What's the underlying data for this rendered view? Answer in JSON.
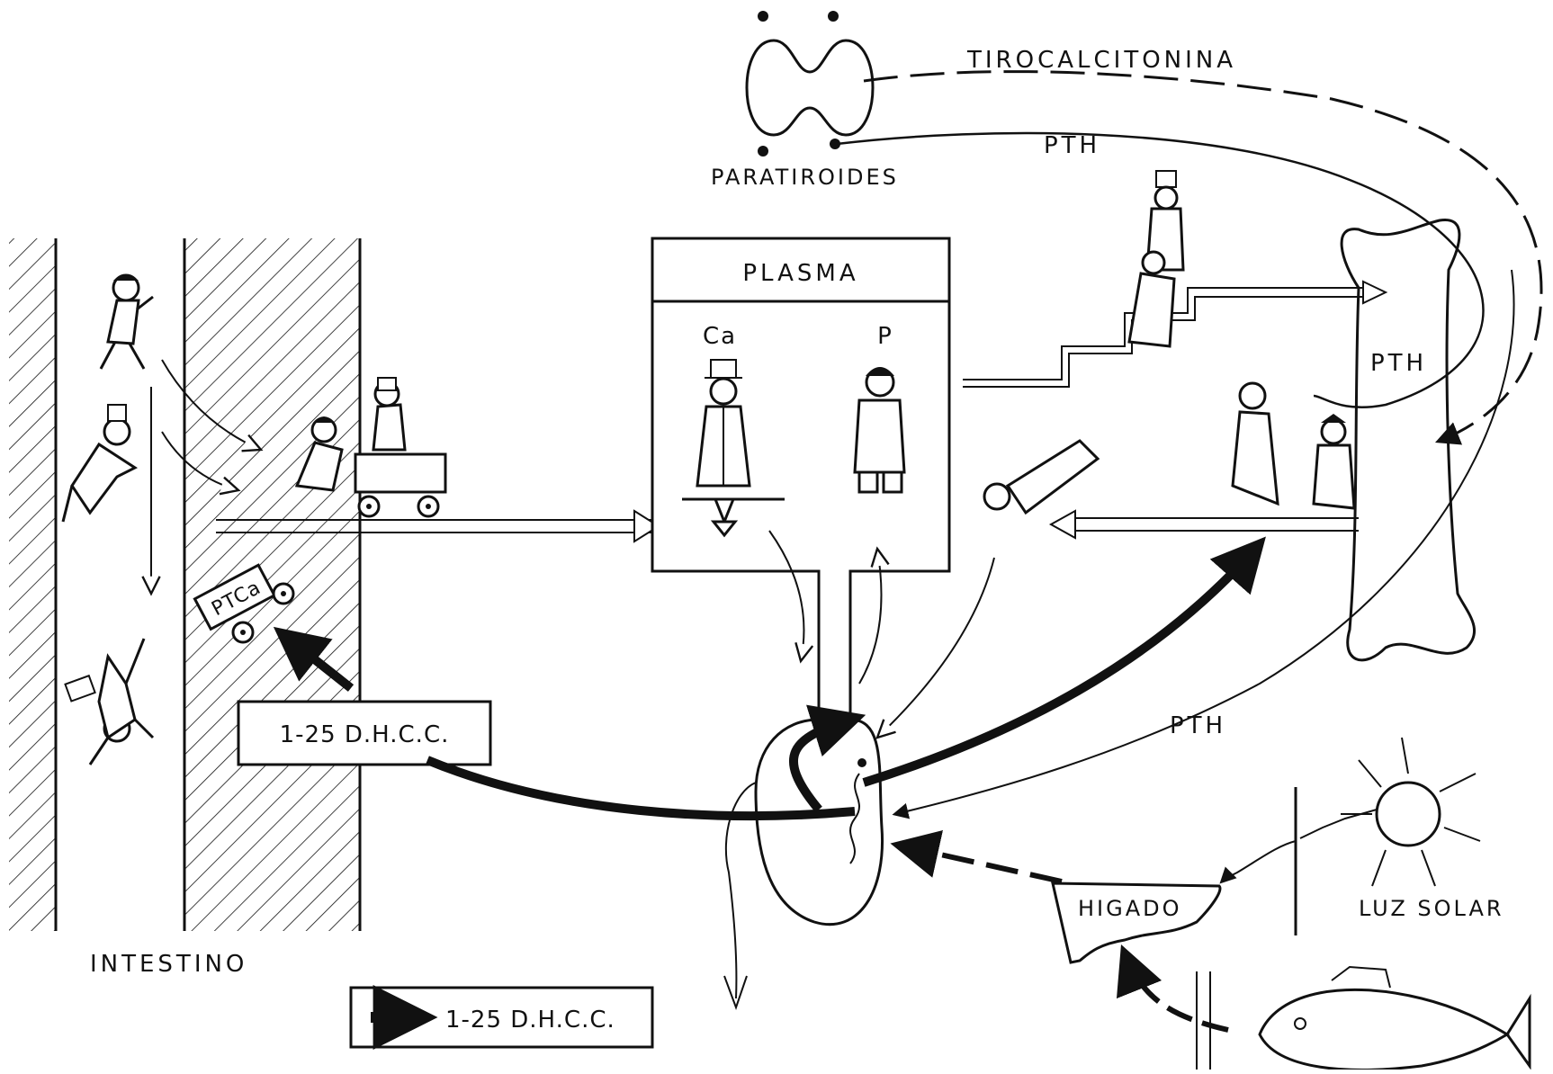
{
  "labels": {
    "tirocalcitonina": "TIROCALCITONINA",
    "paratiroides": "PARATIROIDES",
    "pth_top": "PTH",
    "pth_bone": "PTH",
    "pth_lower": "PTH",
    "plasma": "PLASMA",
    "ca": "Ca",
    "p": "P",
    "ptca": "PTCa",
    "dhcc_box": "1-25 D.H.C.C.",
    "intestino": "INTESTINO",
    "legend": "1-25 D.H.C.C.",
    "higado": "HIGADO",
    "luz_solar": "LUZ SOLAR"
  },
  "colors": {
    "ink": "#111111",
    "paper": "#ffffff"
  }
}
